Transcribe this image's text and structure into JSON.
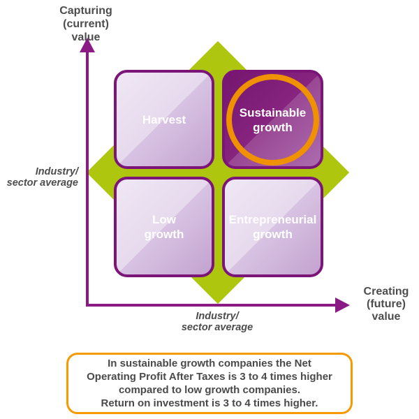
{
  "matrix": {
    "quadrants": [
      {
        "id": "harvest",
        "label_lines": [
          "Harvest"
        ]
      },
      {
        "id": "sustainable-growth",
        "label_lines": [
          "Sustainable",
          "growth"
        ],
        "highlighted": true
      },
      {
        "id": "low-growth",
        "label_lines": [
          "Low",
          "growth"
        ]
      },
      {
        "id": "entrepreneurial-growth",
        "label_lines": [
          "Entrepreneurial",
          "growth"
        ]
      }
    ]
  },
  "axes": {
    "y_label_lines": [
      "Capturing",
      "(current)",
      "value"
    ],
    "x_label_lines": [
      "Creating",
      "(future)",
      "value"
    ],
    "y_reference_lines": [
      "Industry/",
      "sector average"
    ],
    "x_reference_lines": [
      "Industry/",
      "sector average"
    ]
  },
  "callout": {
    "lines": [
      "In sustainable growth companies the Net",
      "Operating Profit After Taxes is 3 to 4 times higher",
      "compared to low growth companies.",
      "Return on investment is 3 to 4 times higher."
    ]
  },
  "colors": {
    "axis_purple": "#8a1b84",
    "tile_border_purple": "#7c1578",
    "dark_tile_purple": "#7a1a74",
    "light_tile_lavender": "#d6c0e1",
    "diamond_green": "#aec70e",
    "highlight_orange": "#f09200",
    "callout_border_orange": "#f59a00",
    "text_gray": "#4d4d4d"
  }
}
